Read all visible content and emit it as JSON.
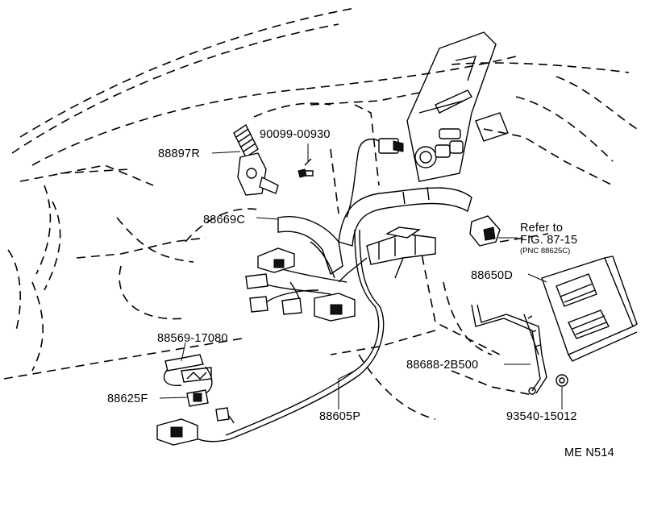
{
  "labels": {
    "p88897R": "88897R",
    "p90099": "90099-00930",
    "p88669C": "88669C",
    "refer1": "Refer to",
    "refer2": "FIG. 87-15",
    "refer3": "(PNC 88625C)",
    "p88650D": "88650D",
    "p88569": "88569-17080",
    "p88625F": "88625F",
    "p88688": "88688-2B500",
    "p88605P": "88605P",
    "p93540": "93540-15012",
    "footer": "ME N514"
  }
}
